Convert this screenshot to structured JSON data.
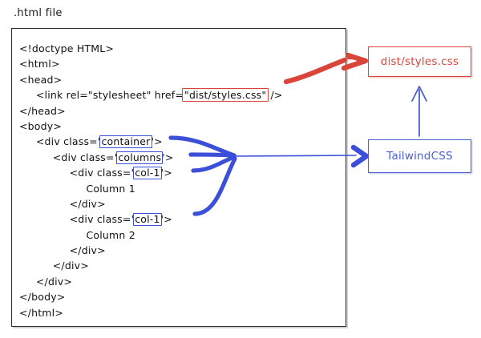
{
  "diagram": {
    "title_label": ".html file",
    "colors": {
      "red": "#d9453b",
      "blue": "#3b4fd8",
      "blue_text": "#4a5fd0",
      "panel_border": "#2b2b2b",
      "background": "#ffffff",
      "code_text": "#111111"
    }
  },
  "code_panel": {
    "name": "html-file-code-block",
    "lines": [
      {
        "indent": 0,
        "text": "<!doctype HTML>"
      },
      {
        "indent": 0,
        "text": "<html>"
      },
      {
        "indent": 0,
        "text": "<head>"
      },
      {
        "indent": 1,
        "text": "<link rel=\"stylesheet\" href=",
        "highlight": "\"dist/styles.css\"",
        "highlight_color": "red",
        "tail": " />"
      },
      {
        "indent": 0,
        "text": "</head>"
      },
      {
        "indent": 0,
        "text": "<body>"
      },
      {
        "indent": 1,
        "text": "<div class='",
        "highlight": "container",
        "highlight_color": "blue",
        "tail": "'>"
      },
      {
        "indent": 2,
        "text": "<div class='",
        "highlight": "columns",
        "highlight_color": "blue",
        "tail": "'>"
      },
      {
        "indent": 3,
        "text": "<div class='",
        "highlight": "col-1",
        "highlight_color": "blue",
        "tail": "'>"
      },
      {
        "indent": 4,
        "text": "Column 1"
      },
      {
        "indent": 3,
        "text": "</div>"
      },
      {
        "indent": 3,
        "text": "<div class='",
        "highlight": "col-1",
        "highlight_color": "blue",
        "tail": "'>"
      },
      {
        "indent": 4,
        "text": "Column 2"
      },
      {
        "indent": 3,
        "text": "</div>"
      },
      {
        "indent": 2,
        "text": "</div>"
      },
      {
        "indent": 1,
        "text": "</div>"
      },
      {
        "indent": 0,
        "text": "</body>"
      },
      {
        "indent": 0,
        "text": "</html>"
      }
    ]
  },
  "nodes": {
    "stylesheet_output": {
      "label": "dist/styles.css",
      "color": "#d9453b"
    },
    "tailwind": {
      "label": "TailwindCSS",
      "color": "#4a5fd0"
    }
  },
  "arrows": [
    {
      "name": "href-to-stylesheet",
      "color": "#d9453b",
      "from": "href-highlight",
      "to": "dist/styles.css"
    },
    {
      "name": "classes-to-tailwind",
      "color": "#3b4fd8",
      "from": "class-highlights",
      "to": "TailwindCSS"
    },
    {
      "name": "tailwind-to-stylesheet",
      "color": "#4a5fd0",
      "from": "TailwindCSS",
      "to": "dist/styles.css"
    }
  ]
}
